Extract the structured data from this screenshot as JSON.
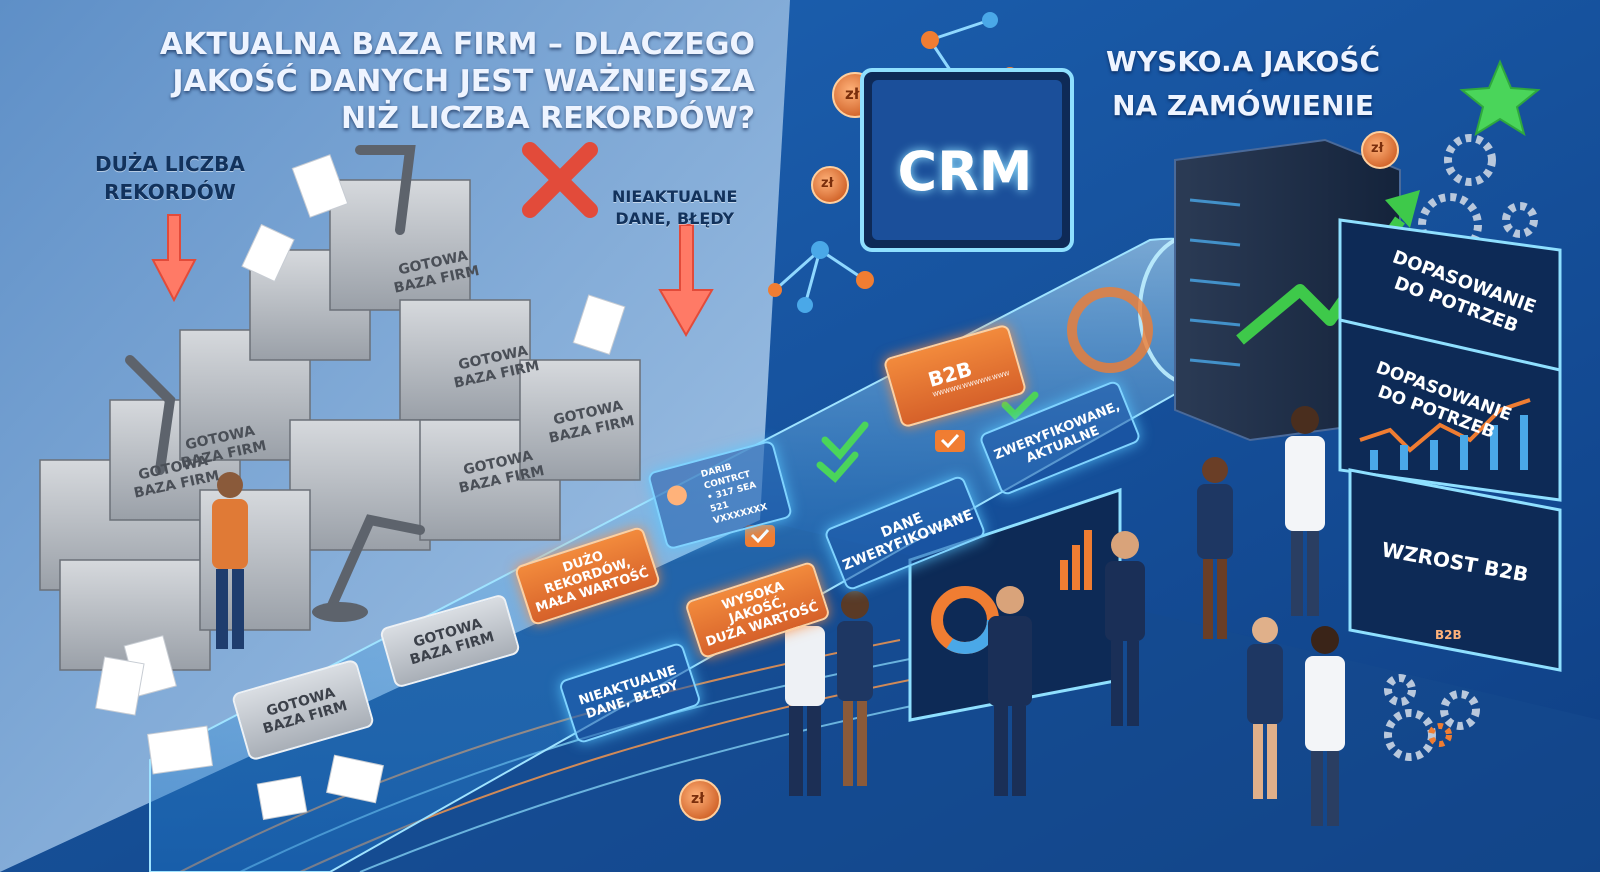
{
  "headline_left": [
    "AKTUALNA BAZA FIRM – DLACZEGO",
    "JAKOŚĆ DANYCH JEST WAŻNIEJSZA",
    "NIŻ LICZBA REKORDÓW?"
  ],
  "headline_right": [
    "WYSKO.A JAKOŚĆ",
    "NA ZAMÓWIENIE"
  ],
  "label_duza_liczba": [
    "DUŻA LICZBA",
    "REKORDÓW"
  ],
  "label_nieaktualne": [
    "NIEAKTUALNE",
    "DANE, BŁĘDY"
  ],
  "box_label": [
    "GOTOWA",
    "BAZA FIRM"
  ],
  "crm_label": "CRM",
  "b2b_label": "B2B",
  "b2b_subtext": "WWWWW.WWWWW.WWW",
  "contact_card": [
    "DARIB",
    "CONTRCT",
    "• 317 SEA 521",
    "VXXXXXXX"
  ],
  "panel_duzo": [
    "DUŻO REKORDÓW,",
    "MAŁA WARTOŚĆ"
  ],
  "panel_wysoka": [
    "WYSOKA JAKOŚĆ,",
    "DUŻA WARTOŚĆ"
  ],
  "panel_nieaktualne": [
    "NIEAKTUALNE",
    "DANE, BŁĘDY"
  ],
  "panel_dane_zweryf": [
    "DANE",
    "ZWERYFIKOWANE"
  ],
  "panel_zweryf_akt": [
    "ZWERYFIKOWANE,",
    "AKTUALNE"
  ],
  "screen_dopasowanie_1": [
    "DOPASOWANIE",
    "DO POTRZEB"
  ],
  "screen_dopasowanie_2": [
    "DOPASOWANIE",
    "DO POTRZEB"
  ],
  "screen_wzrost": "WZROST B2B",
  "screen_b2b_badge": "B2B",
  "coin_symbol": "zł",
  "colors": {
    "accent_orange": "#f07d32",
    "glow_blue": "#7fd3ff",
    "arrow_green": "#3ec94a",
    "cross_red": "#e24b3a"
  }
}
